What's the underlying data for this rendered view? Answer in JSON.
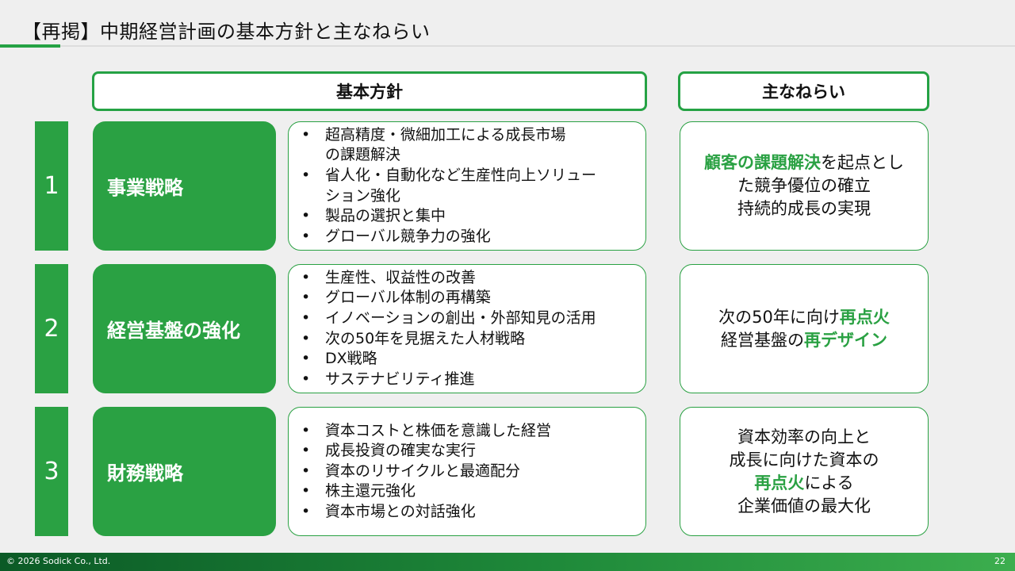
{
  "title": "【再掲】中期経営計画の基本方針と主なねらい",
  "headers": {
    "policy": "基本方針",
    "aim": "主なねらい"
  },
  "rows": [
    {
      "number": "1",
      "strategy": "事業戦略",
      "policies": [
        "超高精度・微細加工による成長市場",
        "の課題解決",
        "省人化・自動化など生産性向上ソリュー",
        "ション強化",
        "製品の選択と集中",
        "グローバル競争力の強化"
      ],
      "aim": {
        "l1_hl": "顧客の課題解決",
        "l1_rest": "を起点とし",
        "l2": "た競争優位の確立",
        "l3": "持続的成長の実現"
      }
    },
    {
      "number": "2",
      "strategy": "経営基盤の強化",
      "policies": [
        "生産性、収益性の改善",
        "グローバル体制の再構築",
        "イノベーションの創出・外部知見の活用",
        "次の50年を見据えた人材戦略",
        "DX戦略",
        "サステナビリティ推進"
      ],
      "aim": {
        "l1_pre": "次の50年に向け",
        "l1_hl": "再点火",
        "l2_pre": "経営基盤の",
        "l2_hl": "再デザイン"
      }
    },
    {
      "number": "3",
      "strategy": "財務戦略",
      "policies": [
        "資本コストと株価を意識した経営",
        "成長投資の確実な実行",
        "資本のリサイクルと最適配分",
        "株主還元強化",
        "資本市場との対話強化"
      ],
      "aim": {
        "l1": "資本効率の向上と",
        "l2": "成長に向けた資本の",
        "l3_hl": "再点火",
        "l3_rest": "による",
        "l4": "企業価値の最大化"
      }
    }
  ],
  "footer": {
    "copyright": "© 2026 Sodick Co., Ltd.",
    "page": "22"
  },
  "colors": {
    "accent": "#2aa143",
    "border": "#25a244"
  }
}
